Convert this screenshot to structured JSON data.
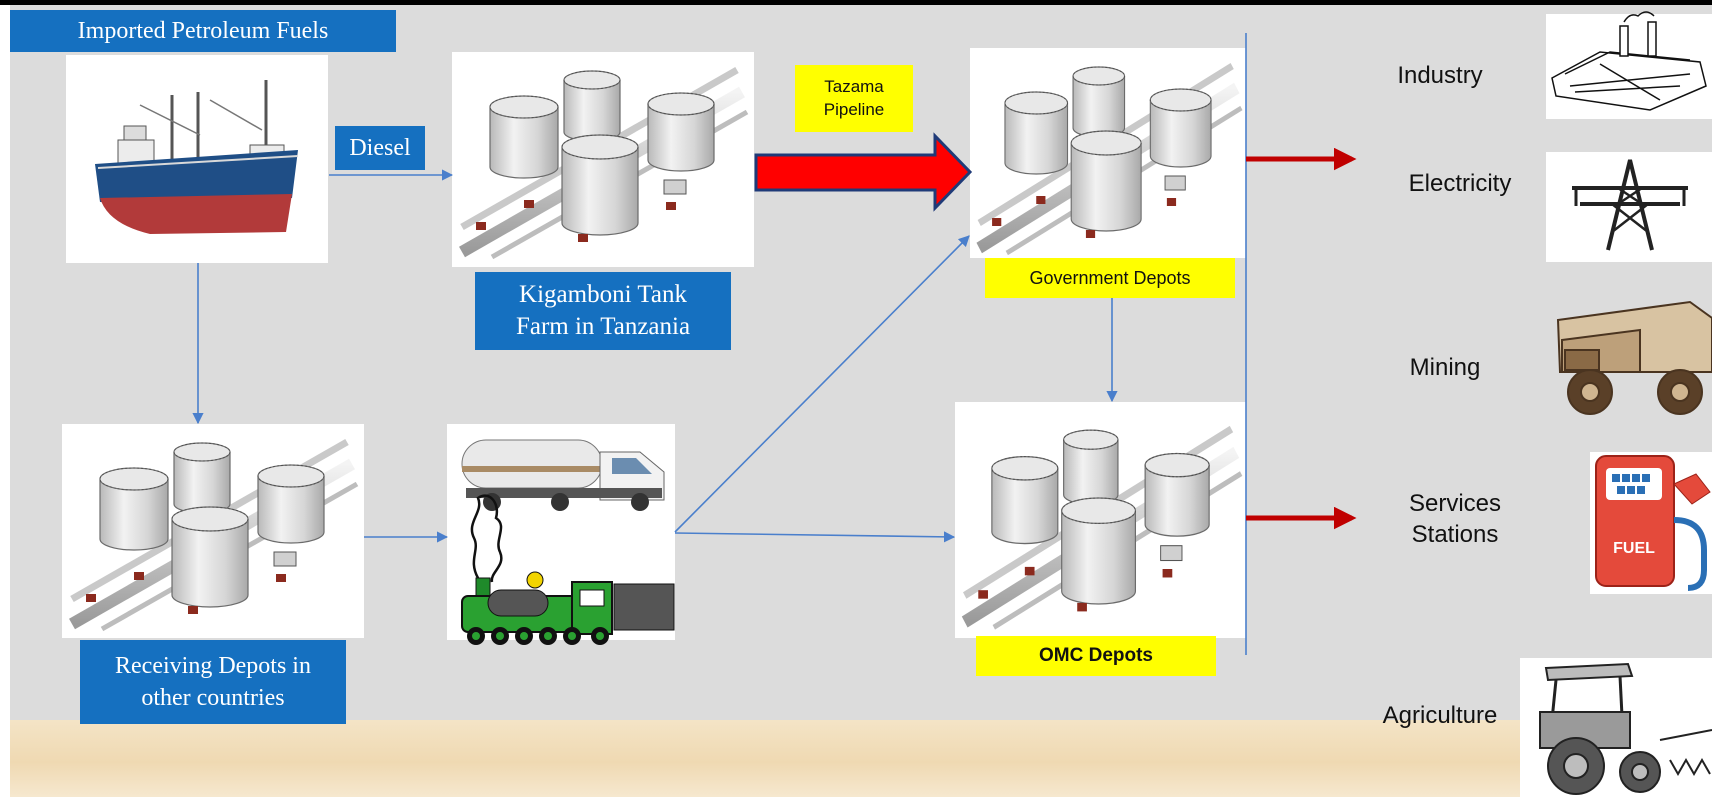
{
  "labels": {
    "title": "Imported Petroleum Fuels",
    "diesel": "Diesel",
    "kigamboni": "Kigamboni Tank Farm in Tanzania",
    "tazama": "Tazama Pipeline",
    "government_depots": "Government Depots",
    "omc_depots": "OMC Depots",
    "receiving_depots": "Receiving Depots in other countries"
  },
  "sectors": [
    {
      "label": "Industry",
      "icon": "factory-icon"
    },
    {
      "label": "Electricity",
      "icon": "transmission-tower-icon"
    },
    {
      "label": "Mining",
      "icon": "mining-truck-icon"
    },
    {
      "label": "Services Stations",
      "icon": "fuel-pump-icon"
    },
    {
      "label": "Agriculture",
      "icon": "tractor-icon"
    }
  ],
  "colors": {
    "background": "#dcdcdc",
    "label_blue": "#1570c0",
    "label_yellow": "#ffff00",
    "flow_line": "#4a7fcc",
    "pipeline_arrow": "#ff0000",
    "output_arrow": "#c00000",
    "sand": "#f3e1c1"
  }
}
